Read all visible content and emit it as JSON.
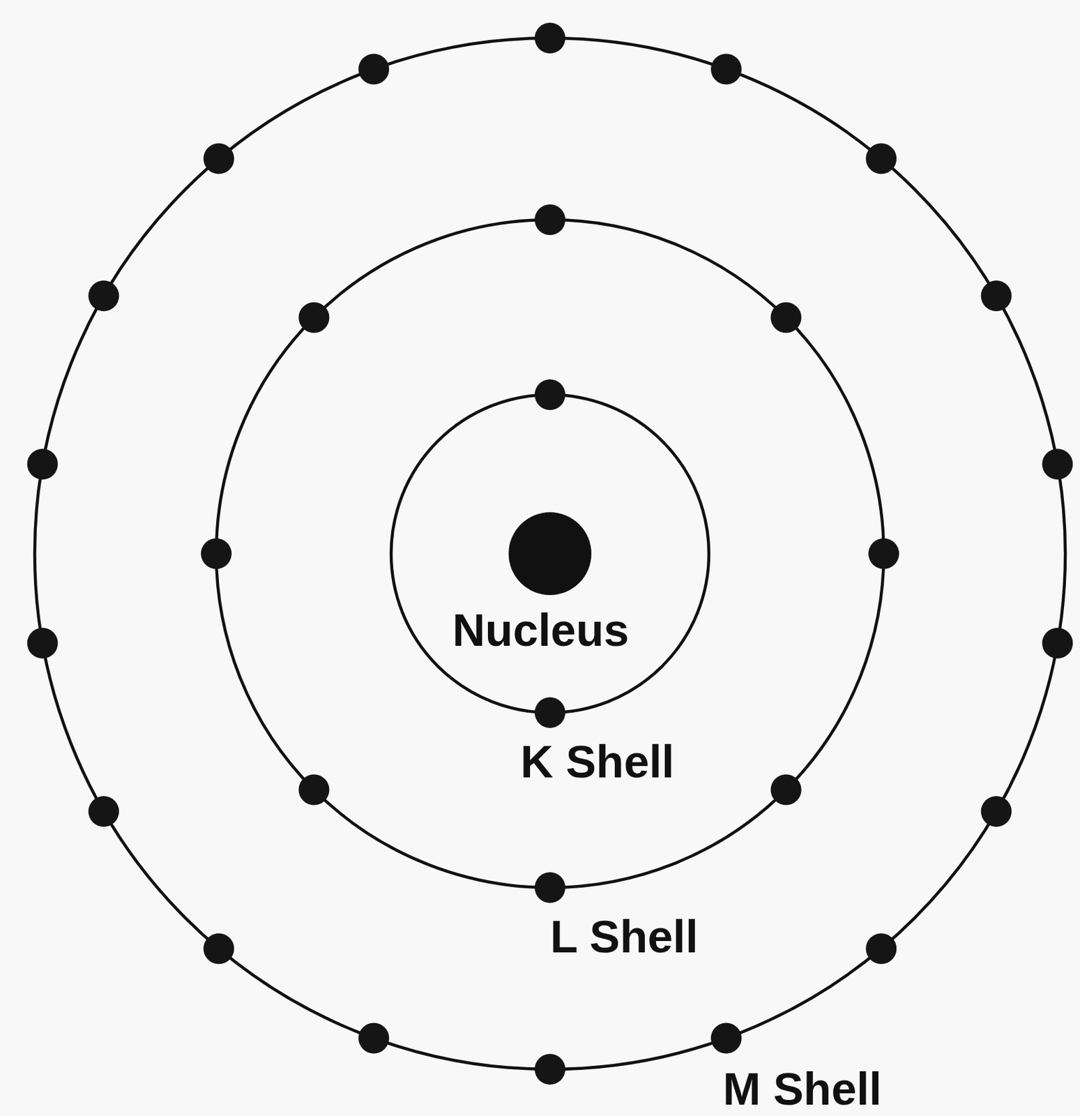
{
  "diagram": {
    "labels": [
      "Nucleus",
      "K Shell",
      "L Shell",
      "M Shell"
    ]
  }
}
